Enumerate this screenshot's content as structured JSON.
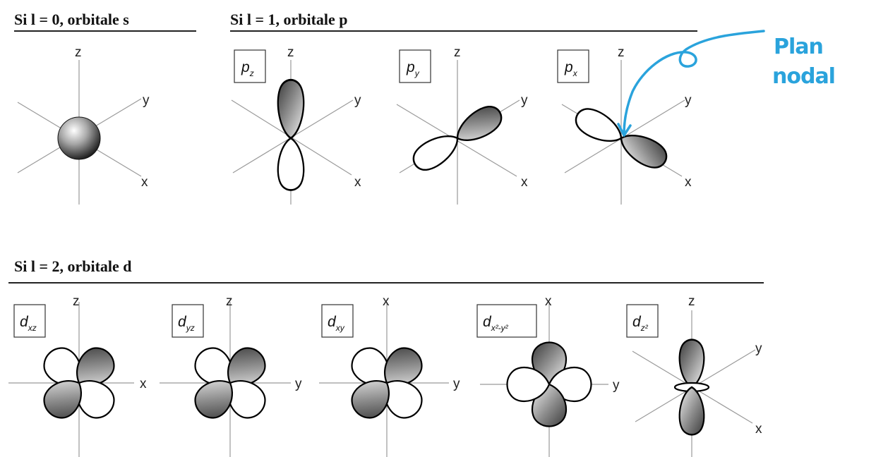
{
  "sections": {
    "s": {
      "heading": "Si l = 0, orbitale s"
    },
    "p": {
      "heading": "Si l = 1, orbitale p"
    },
    "d": {
      "heading": "Si l = 2, orbitale d"
    }
  },
  "orbitals": {
    "s": {
      "axes": [
        "z",
        "y",
        "x"
      ]
    },
    "pz": {
      "label": "p",
      "sub": "z",
      "axes": [
        "z",
        "y",
        "x"
      ]
    },
    "py": {
      "label": "p",
      "sub": "y",
      "axes": [
        "z",
        "y",
        "x"
      ]
    },
    "px": {
      "label": "p",
      "sub": "x",
      "axes": [
        "z",
        "y",
        "x"
      ]
    },
    "dxz": {
      "label": "d",
      "sub": "xz",
      "axes": [
        "z",
        "x"
      ]
    },
    "dyz": {
      "label": "d",
      "sub": "yz",
      "axes": [
        "z",
        "y"
      ]
    },
    "dxy": {
      "label": "d",
      "sub": "xy",
      "axes": [
        "x",
        "y"
      ]
    },
    "dx2y2": {
      "label": "d",
      "sub": "x²-y²",
      "axes": [
        "x",
        "y"
      ]
    },
    "dz2": {
      "label": "d",
      "sub": "z²",
      "axes": [
        "z",
        "y",
        "x"
      ]
    }
  },
  "annotation": {
    "lines": [
      "Plan",
      "nodal"
    ],
    "color": "#2aa3dc"
  },
  "colors": {
    "lobe_dark": "#6e6e6e",
    "lobe_light": "#ffffff",
    "axis": "#9a9a9a"
  }
}
